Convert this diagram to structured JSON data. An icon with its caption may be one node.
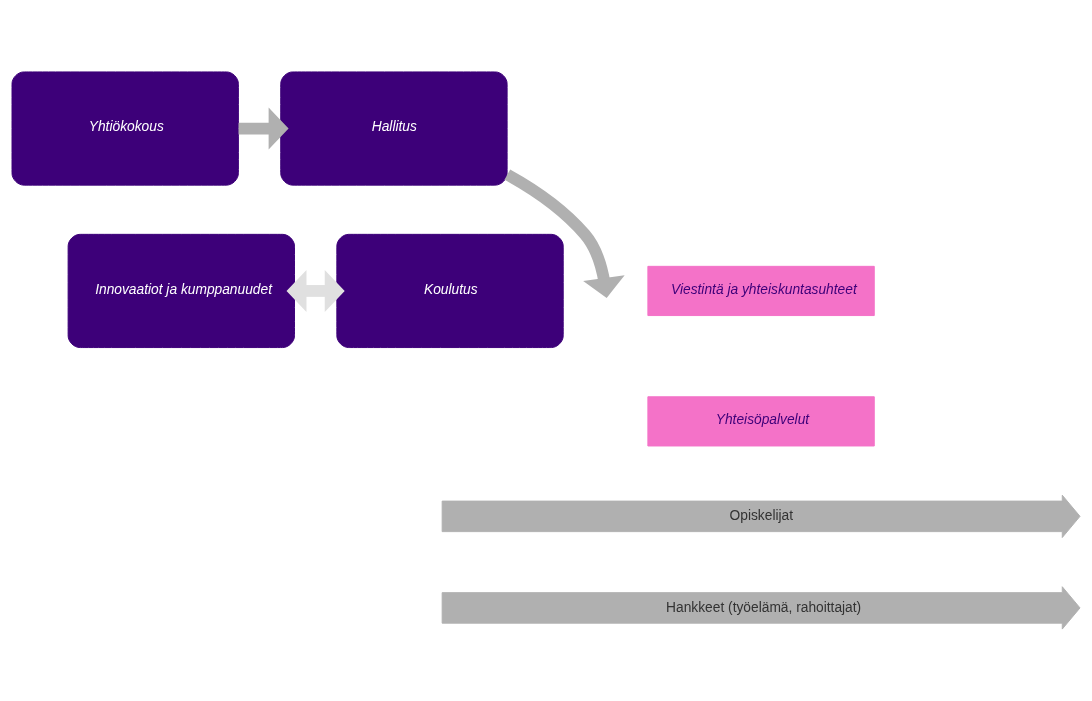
{
  "diagram": {
    "nodes": [
      {
        "text": [
          "Yhtiökokous"
        ]
      },
      {
        "text": [
          "Hallitus"
        ]
      },
      {
        "text": [
          "Viestintä ja yhteiskuntasuhteet"
        ]
      },
      {
        "text": [
          "Yhteisöpalvelut"
        ]
      },
      {
        "text": [
          "Innovaatiot ja kumppanuudet"
        ]
      },
      {
        "text": [
          "Koulutus"
        ]
      },
      {
        "text": [
          "Opiskelijat"
        ]
      },
      {
        "text": [
          "Hankkeet (työelämä, rahoittajat)"
        ]
      }
    ],
    "edges": [
      {
        "from": 0,
        "to": 1,
        "arrow": "to"
      },
      {
        "from": 1,
        "to": null,
        "arrow": "to"
      },
      {
        "from": 4,
        "to": 5,
        "arrow": "both",
        "color": "#e0e0e0"
      }
    ]
  }
}
